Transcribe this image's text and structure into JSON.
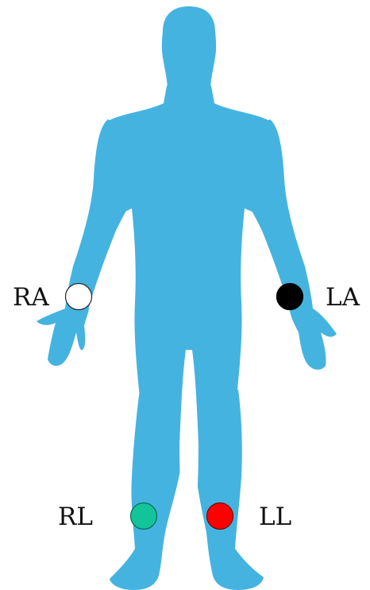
{
  "figure": {
    "body_color": "#45b3e0",
    "background": "#ffffff"
  },
  "electrodes": [
    {
      "id": "ra",
      "label": "RA",
      "color": "#ffffff"
    },
    {
      "id": "la",
      "label": "LA",
      "color": "#000000"
    },
    {
      "id": "rl",
      "label": "RL",
      "color": "#13c39a"
    },
    {
      "id": "ll",
      "label": "LL",
      "color": "#ff0000"
    }
  ]
}
